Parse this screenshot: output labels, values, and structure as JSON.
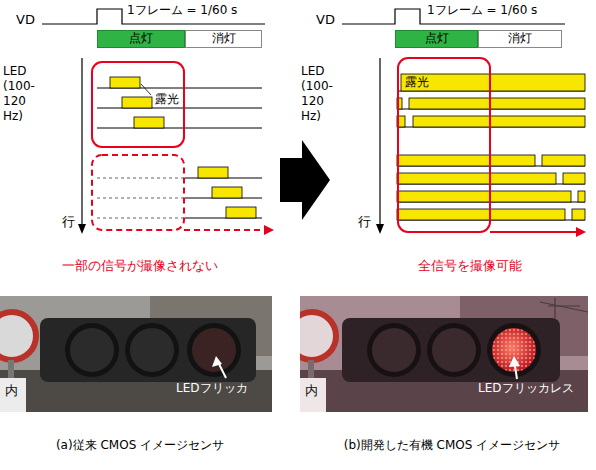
{
  "diagram": {
    "nodes": [
      {
        "text": [
          "点灯"
        ]
      },
      {
        "text": [
          "消灯"
        ]
      },
      {
        "text": [
          "点灯"
        ]
      },
      {
        "text": [
          "消灯"
        ]
      }
    ],
    "labels": [
      "VD",
      "1フレーム = 1/60 s",
      "LED (100- 120 Hz)",
      "露光",
      "行",
      "一部の信号が撮像されない",
      "内",
      "LEDフリッカ",
      "(a)従来 CMOS イメージセンサ",
      "VD",
      "1フレーム = 1/60 s",
      "LED (100- 120 Hz)",
      "露光",
      "行",
      "全信号を撮像可能",
      "内",
      "LEDフリッカレス",
      "(b)開発した有機 CMOS イメージセンサ"
    ]
  }
}
